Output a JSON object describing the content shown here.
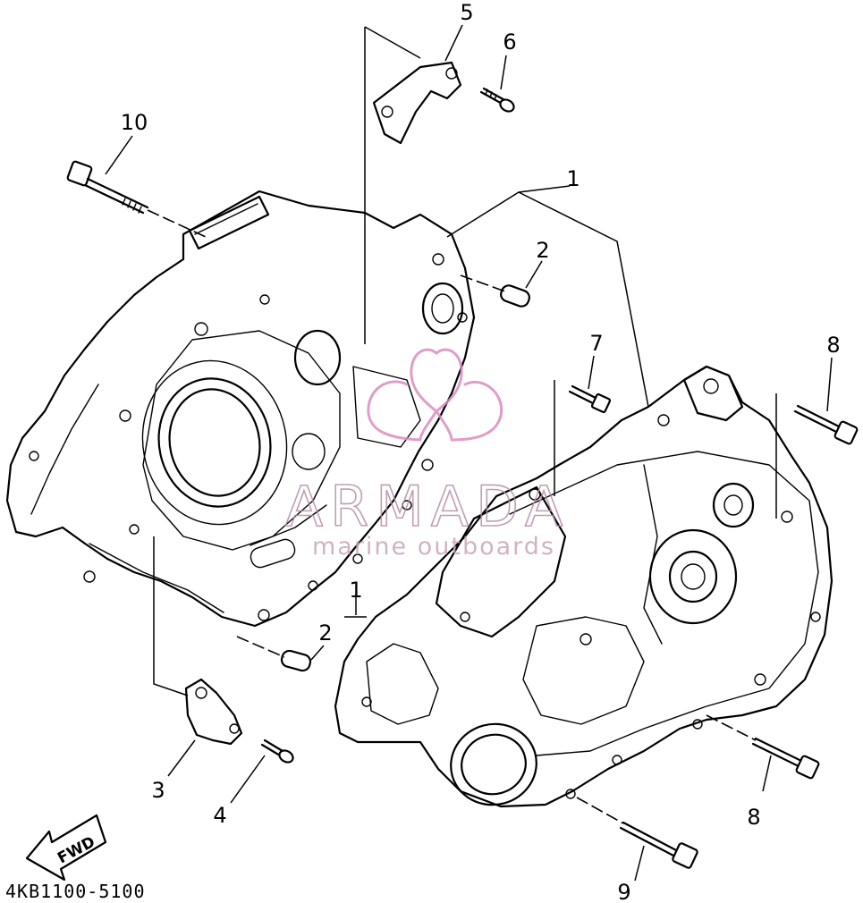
{
  "diagram": {
    "callouts": {
      "c1_upper": "1",
      "c1_lower": "1",
      "c2_upper": "2",
      "c2_lower": "2",
      "c3": "3",
      "c4": "4",
      "c5": "5",
      "c6": "6",
      "c7": "7",
      "c8_upper": "8",
      "c8_lower": "8",
      "c9": "9",
      "c10": "10"
    },
    "fwd_label": "FWD",
    "catalog_code": "4KB1100-5100"
  },
  "watermark": {
    "title": "ARMADA",
    "subtitle": "marine outboards",
    "color": "#d98cc0"
  }
}
